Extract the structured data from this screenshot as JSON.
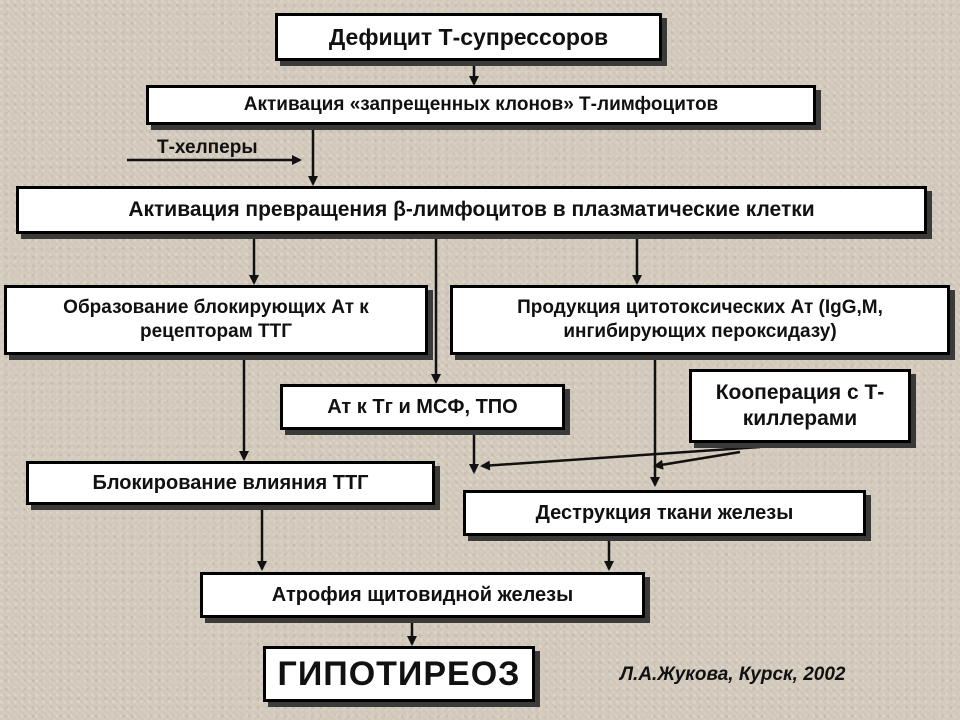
{
  "nodes": {
    "deficit": "Дефицит Т-супрессоров",
    "activation_clones": "Активация «запрещенных клонов» Т-лимфоцитов",
    "t_helpers": "Т-хелперы",
    "activation_plasma": "Активация превращения β-лимфоцитов в плазматические клетки",
    "blocking_at": "Образование блокирующих Ат к рецепторам ТТГ",
    "cytotoxic_at": "Продукция цитотоксических Ат (IgG,M, ингибирующих пероксидазу)",
    "at_tg": "Ат к Тг и МСФ, ТПО",
    "cooperation": "Кооперация с Т-киллерами",
    "blocking_influence": "Блокирование влияния ТТГ",
    "destruction": "Деструкция ткани железы",
    "atrophy": "Атрофия щитовидной железы",
    "hypothyroidism": "ГИПОТИРЕОЗ"
  },
  "credit": "Л.А.Жукова, Курск, 2002"
}
